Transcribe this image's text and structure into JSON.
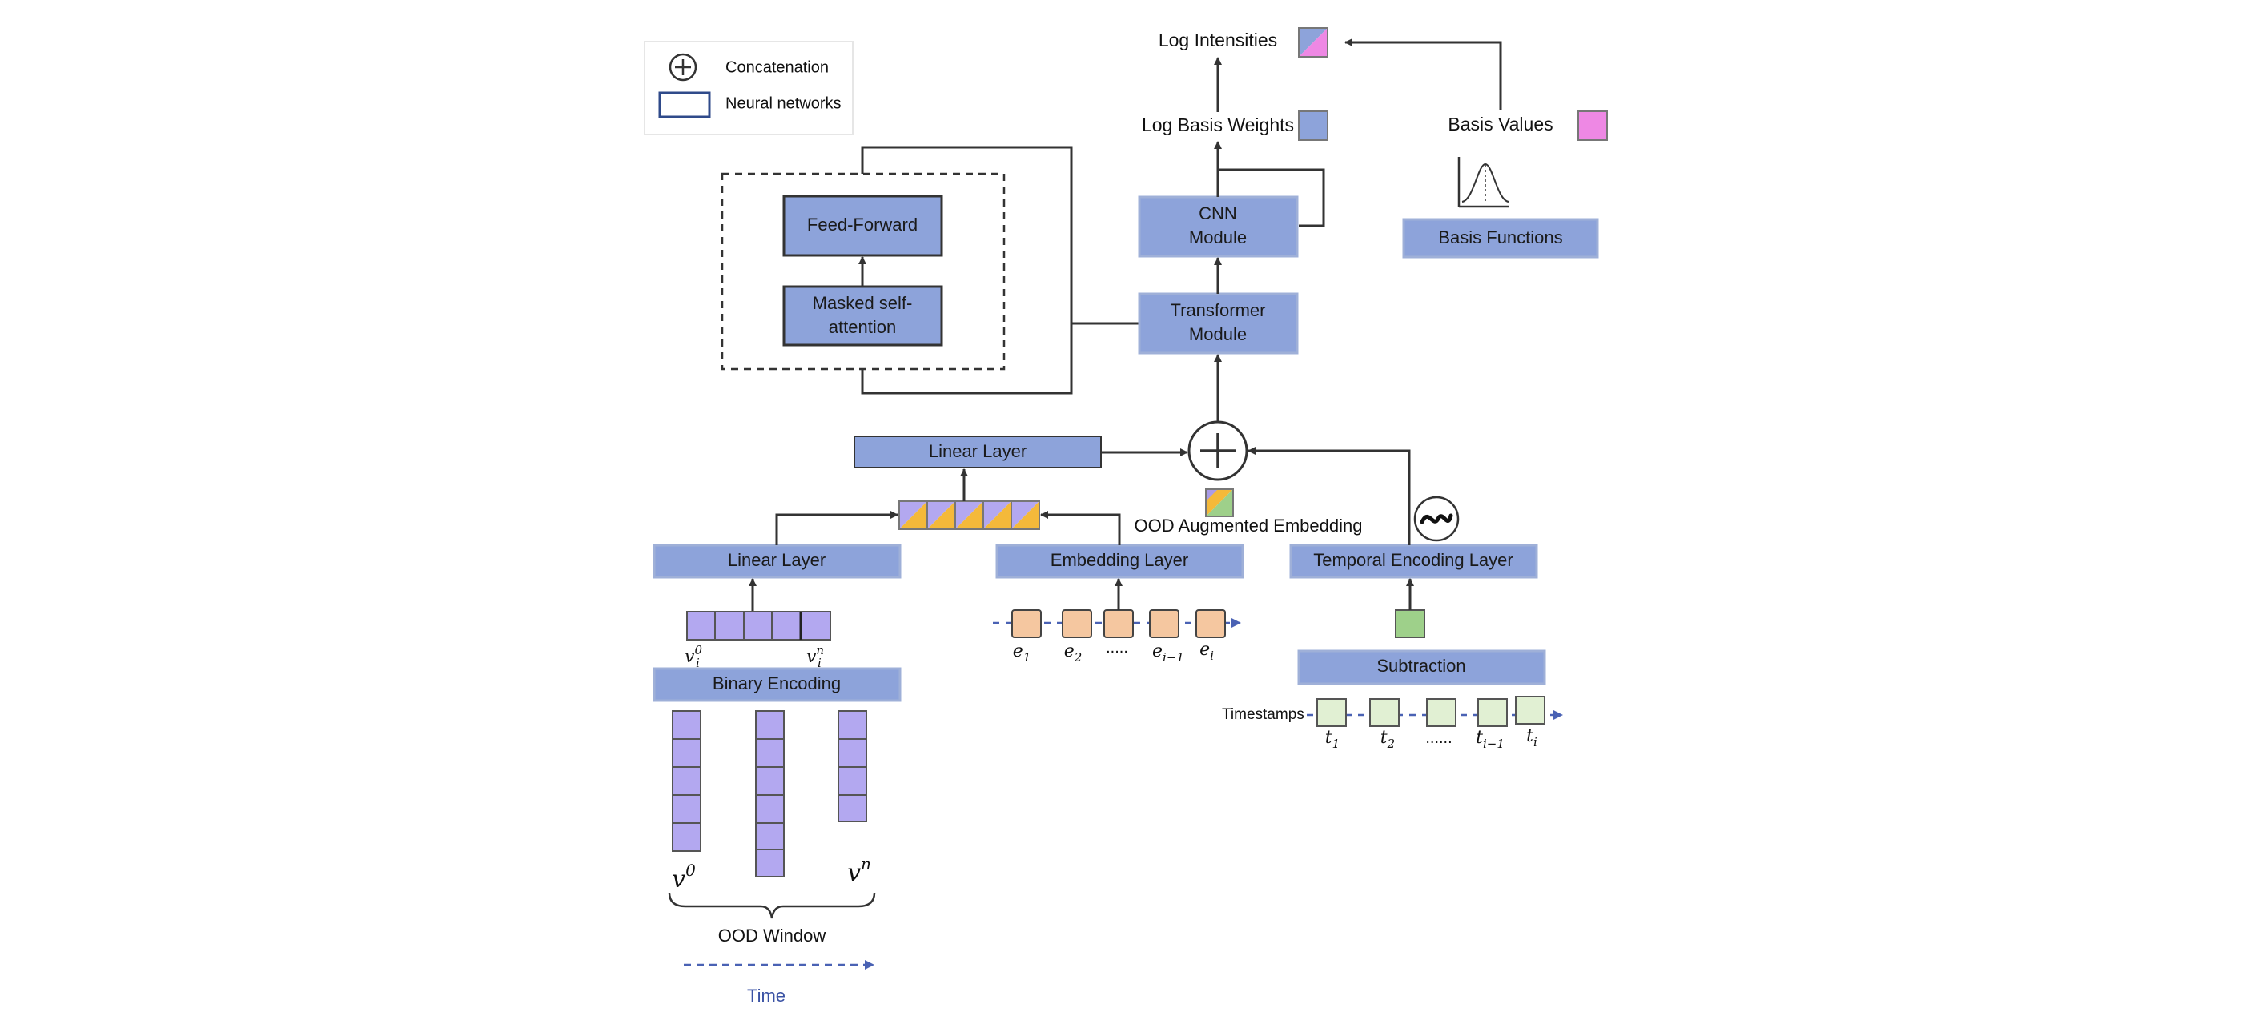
{
  "legend": {
    "concat_label": "Concatenation",
    "nn_label": "Neural networks"
  },
  "blocks": {
    "feed_forward": "Feed-Forward",
    "masked_attention_line1": "Masked self-",
    "masked_attention_line2": "attention",
    "cnn_line1": "CNN",
    "cnn_line2": "Module",
    "transformer_line1": "Transformer",
    "transformer_line2": "Module",
    "basis_functions": "Basis Functions",
    "linear_top": "Linear Layer",
    "linear_left": "Linear Layer",
    "embedding": "Embedding Layer",
    "temporal": "Temporal Encoding Layer",
    "binary_encoding": "Binary Encoding",
    "subtraction": "Subtraction"
  },
  "labels": {
    "log_intensities": "Log Intensities",
    "log_basis_weights": "Log Basis Weights",
    "basis_values": "Basis Values",
    "ood_augmented_embedding": "OOD Augmented Embedding",
    "timestamps": "Timestamps",
    "ood_window": "OOD Window",
    "time": "Time",
    "dots_e": ".....",
    "dots_t": "......"
  },
  "math": {
    "v_i0_base": "v",
    "v_i0_sup": "0",
    "v_i0_sub": "i",
    "v_in_base": "v",
    "v_in_sup": "n",
    "v_in_sub": "i",
    "v0_base": "v",
    "v0_sup": "0",
    "vn_base": "v",
    "vn_sup": "n",
    "e1_base": "e",
    "e1_sub": "1",
    "e2_base": "e",
    "e2_sub": "2",
    "ei1_base": "e",
    "ei1_sub": "i−1",
    "ei_base": "e",
    "ei_sub": "i",
    "t1_base": "t",
    "t1_sub": "1",
    "t2_base": "t",
    "t2_sub": "2",
    "ti1_base": "t",
    "ti1_sub": "i−1",
    "ti_base": "t",
    "ti_sub": "i"
  },
  "colors": {
    "block_fill": "#8da3da",
    "purple_cell": "#b3a8f0",
    "orange_cell": "#f5c7a0",
    "green_cell": "#e1f0d3",
    "green_block": "#9ed08a",
    "pink": "#ee88e4",
    "yellow": "#f4b93a",
    "time_arrow": "#4a62b4"
  }
}
